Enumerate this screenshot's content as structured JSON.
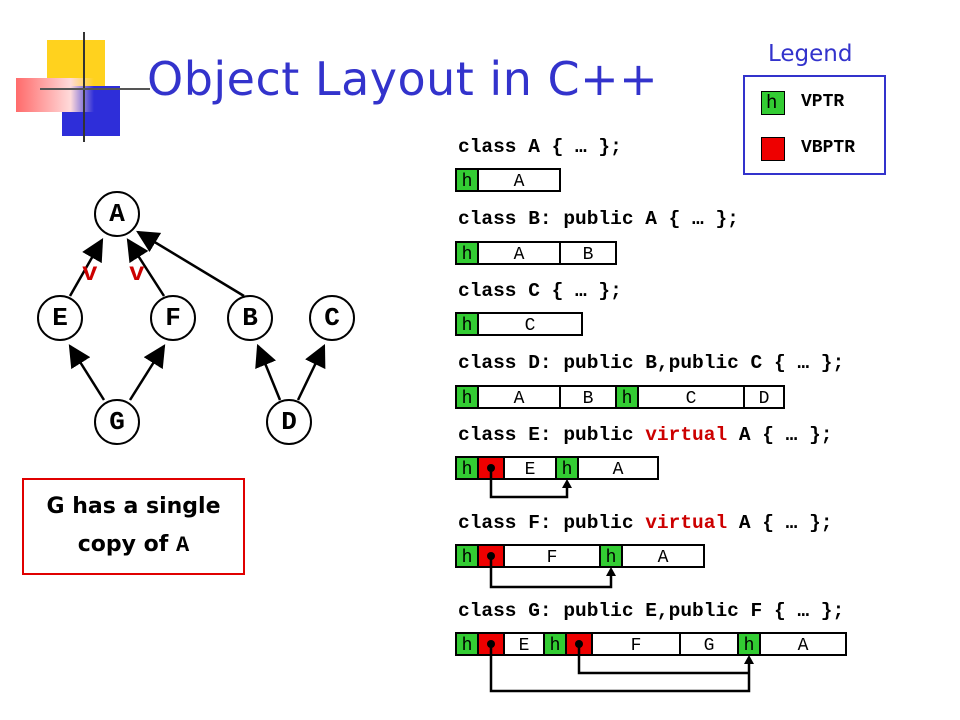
{
  "title": "Object Layout in C++",
  "legend": {
    "label": "Legend",
    "items": [
      {
        "swatch": "h",
        "text": "VPTR",
        "color": "#33cc33"
      },
      {
        "swatch": "",
        "text": "VBPTR",
        "color": "#ee0000"
      }
    ]
  },
  "colors": {
    "vptr": "#33cc33",
    "vbptr": "#ee0000",
    "accent": "#3333cc",
    "keyword": "#cc0000"
  },
  "classes": [
    {
      "pre": "class A { … };",
      "kw": "",
      "post": ""
    },
    {
      "pre": "class B: public A { … };",
      "kw": "",
      "post": ""
    },
    {
      "pre": "class C { … };",
      "kw": "",
      "post": ""
    },
    {
      "pre": "class D: public B,public C { … };",
      "kw": "",
      "post": ""
    },
    {
      "pre": "class E: public ",
      "kw": "virtual",
      "post": " A { … };"
    },
    {
      "pre": "class F: public ",
      "kw": "virtual",
      "post": " A { … };"
    },
    {
      "pre": "class G: public E,public F { … };",
      "kw": "",
      "post": ""
    }
  ],
  "layout_labels": {
    "h": "h",
    "A": "A",
    "B": "B",
    "C": "C",
    "D": "D",
    "E": "E",
    "F": "F",
    "G": "G"
  },
  "graph": {
    "nodes": [
      "A",
      "E",
      "F",
      "B",
      "C",
      "G",
      "D"
    ],
    "virtual_marks": [
      "v",
      "v"
    ]
  },
  "note": {
    "line1_prefix": "G",
    "line1_rest": " has a single",
    "line2_prefix": "copy of ",
    "line2_mono": "A"
  }
}
